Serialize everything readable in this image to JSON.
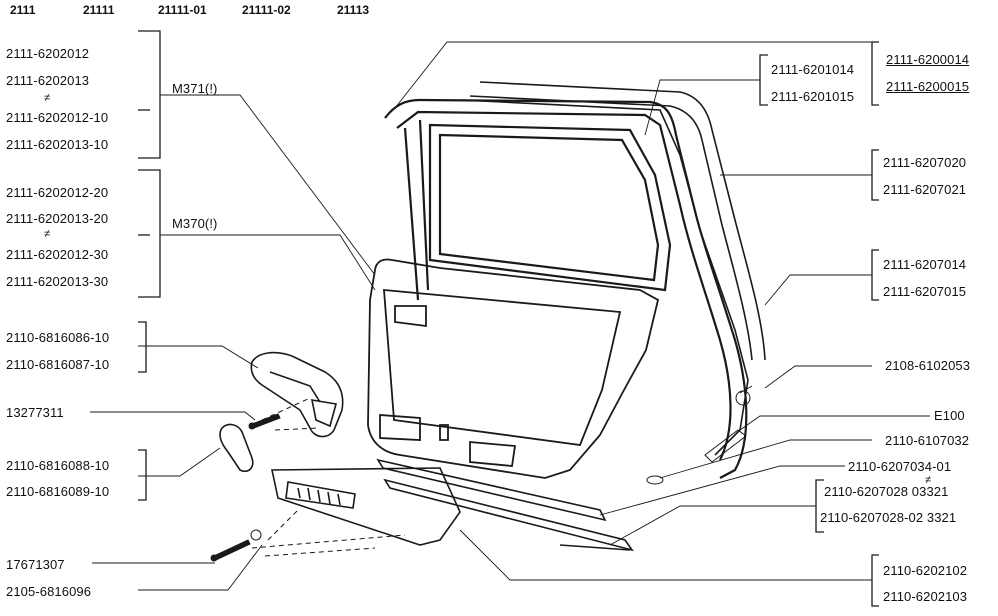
{
  "models": [
    "2111",
    "21111",
    "21111-01",
    "21111-02",
    "21113"
  ],
  "left_labels": {
    "g1": [
      "2111-6202012",
      "2111-6202013",
      "2111-6202012-10",
      "2111-6202013-10"
    ],
    "g2": [
      "2111-6202012-20",
      "2111-6202013-20",
      "2111-6202012-30",
      "2111-6202013-30"
    ],
    "not_equal": "≠",
    "m371": "M371(!)",
    "m370": "M370(!)",
    "handle_a": [
      "2110-6816086-10",
      "2110-6816087-10"
    ],
    "screw": "13277311",
    "handle_b": [
      "2110-6816088-10",
      "2110-6816089-10"
    ],
    "bolt": "17671307",
    "clip": "2105-6816096"
  },
  "right_labels": {
    "door": [
      "2111-6200014",
      "2111-6200015"
    ],
    "frame": [
      "2111-6201014",
      "2111-6201015"
    ],
    "seal_outer": [
      "2111-6207020",
      "2111-6207021"
    ],
    "seal_inner": [
      "2111-6207014",
      "2111-6207015"
    ],
    "grommet": "2108-6102053",
    "e100": "E100",
    "vent": "2110-6107032",
    "strip_a": "2110-6207034-01",
    "strip_b_neq": "≠",
    "strip_b1": "2110-6207028   03321",
    "strip_b2": "2110-6207028-02 3321",
    "panel": [
      "2110-6202102",
      "2110-6202103"
    ]
  }
}
